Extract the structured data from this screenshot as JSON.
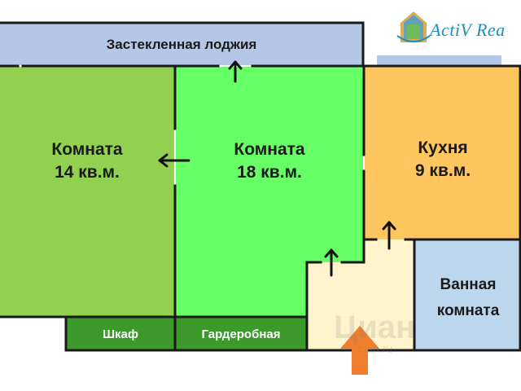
{
  "brand": {
    "logo_text": "ActiV Rea",
    "logo_icon": "building-logo-icon",
    "accent": "#1c8fbd"
  },
  "rooms": {
    "loggia": {
      "label": "Застекленная лоджия",
      "color": "#b4c7e7"
    },
    "room_left": {
      "name": "Комната",
      "area": "14 кв.м.",
      "color": "#92d050"
    },
    "room_middle": {
      "name": "Комната",
      "area": "18 кв.м.",
      "color": "#66ff66"
    },
    "kitchen": {
      "name": "Кухня",
      "area": "9 кв.м.",
      "color": "#ffc660"
    },
    "bathroom": {
      "name": "Ванная",
      "name2": "комната",
      "color": "#bdd7ee"
    },
    "closet": {
      "label": "Шкаф",
      "color": "#3c9a2a"
    },
    "wardrobe": {
      "label": "Гардеробная",
      "color": "#3c9a2a"
    },
    "hallway": {
      "color": "#fff4cc"
    }
  },
  "entrance": {
    "icon": "entrance-arrow-icon",
    "color": "#f07e2a"
  },
  "watermark": {
    "text": "Циан",
    "sub": "cian.ru"
  }
}
